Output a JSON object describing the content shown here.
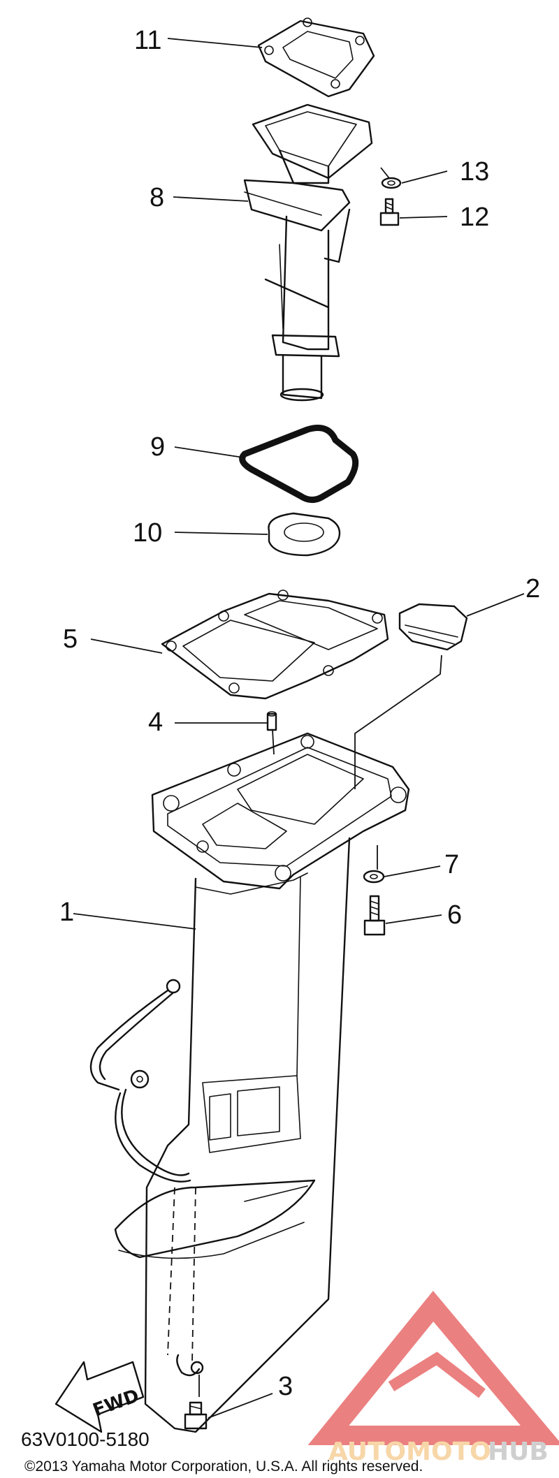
{
  "callouts": {
    "c1": "1",
    "c2": "2",
    "c3": "3",
    "c4": "4",
    "c5": "5",
    "c6": "6",
    "c7": "7",
    "c8": "8",
    "c9": "9",
    "c10": "10",
    "c11": "11",
    "c12": "12",
    "c13": "13"
  },
  "direction_label": "FWD",
  "part_code": "63V0100-5180",
  "copyright": "©2013 Yamaha Motor Corporation, U.S.A. All rights reserved.",
  "watermark": {
    "auto": "AUTOMOTO",
    "hub": "HUB",
    "color": "#e86a6a"
  },
  "colors": {
    "ink": "#111111",
    "background": "#ffffff"
  }
}
